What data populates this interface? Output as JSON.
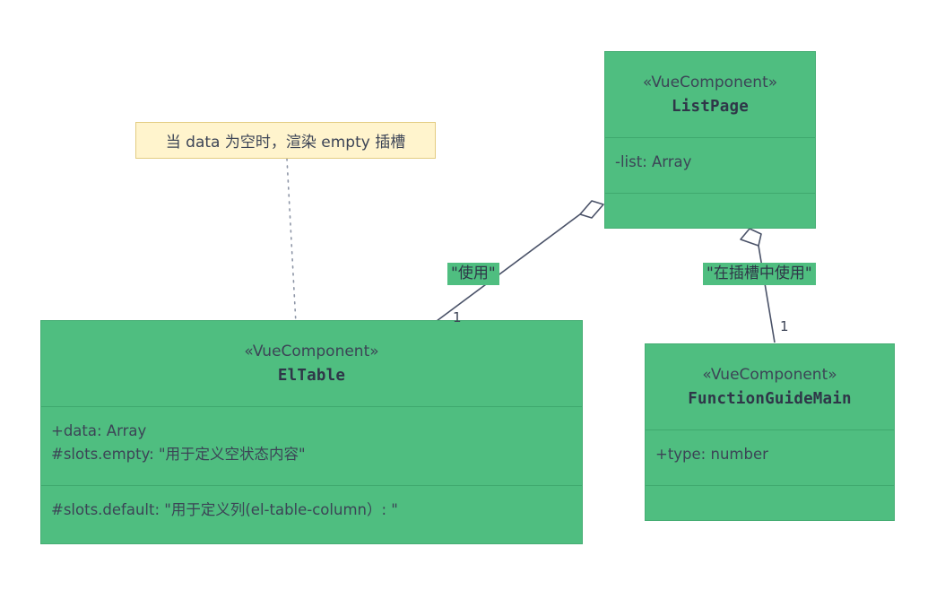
{
  "diagram": {
    "title": "UML class diagram - Vue components",
    "background": "#ffffff",
    "class_fill": "#4fbe80",
    "class_text": "#3c4456",
    "note_fill": "#fff4cd",
    "note_border": "#e3cc82",
    "edge_color": "#4a5268"
  },
  "classes": [
    {
      "id": "listpage",
      "stereotype": "«VueComponent»",
      "name": "ListPage",
      "attributes": [
        "-list: Array"
      ],
      "methods": []
    },
    {
      "id": "eltable",
      "stereotype": "«VueComponent»",
      "name": "ElTable",
      "attributes": [
        "+data: Array",
        "#slots.empty: \"用于定义空状态内容\""
      ],
      "methods": [
        "#slots.default: \"用于定义列(el-table-column）: \""
      ]
    },
    {
      "id": "functionguidemain",
      "stereotype": "«VueComponent»",
      "name": "FunctionGuideMain",
      "attributes": [
        "+type: number"
      ],
      "methods": []
    }
  ],
  "note": {
    "text": "当 data 为空时，渲染 empty 插槽",
    "attached_to": "eltable"
  },
  "edges": [
    {
      "id": "listpage-eltable",
      "from": "listpage",
      "to": "eltable",
      "type": "aggregation",
      "label": "\"使用\"",
      "multiplicity": "1"
    },
    {
      "id": "listpage-functionguidemain",
      "from": "listpage",
      "to": "functionguidemain",
      "type": "aggregation",
      "label": "\"在插槽中使用\"",
      "multiplicity": "1"
    }
  ]
}
